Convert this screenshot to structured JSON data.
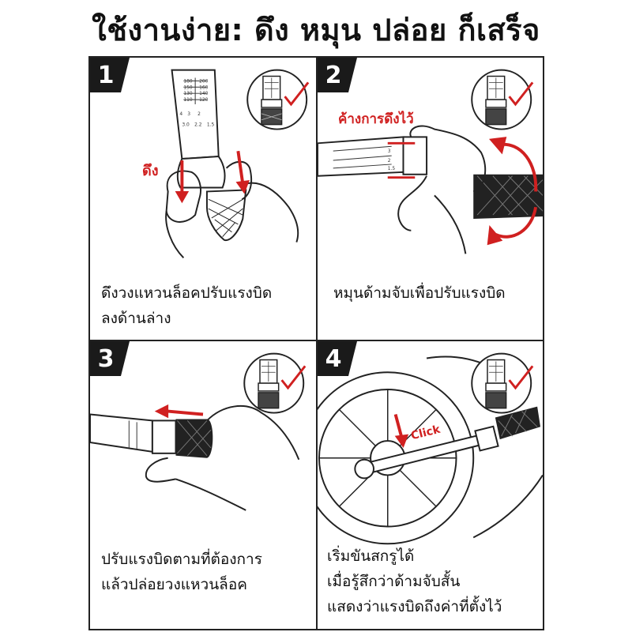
{
  "title": "ใช้งานง่าย: ดึง หมุน ปล่อย ก็เสร็จ",
  "colors": {
    "accent_red": "#d02020",
    "ink": "#111111",
    "badge_bg": "#1a1a1a"
  },
  "steps": [
    {
      "number": "1",
      "annotation": "ดึง",
      "caption": [
        "ดึงวงแหวนล็อคปรับแรงบิด",
        "ลงด้านล่าง"
      ],
      "icons": [
        "wrench-handle-scale-icon",
        "pull-down-arrow-icon",
        "inset-lock-ring-icon",
        "check-mark-icon"
      ]
    },
    {
      "number": "2",
      "annotation": "ค้างการดึงไว้",
      "caption": [
        "หมุนด้ามจับเพื่อปรับแรงบิด"
      ],
      "icons": [
        "wrench-handle-scale-icon",
        "rotate-arrow-icon",
        "inset-lock-ring-icon",
        "check-mark-icon"
      ]
    },
    {
      "number": "3",
      "annotation": "",
      "caption": [
        "ปรับแรงบิดตามที่ต้องการ",
        "แล้วปล่อยวงแหวนล็อค"
      ],
      "icons": [
        "wrench-handle-scale-icon",
        "release-arrow-icon",
        "inset-lock-ring-icon",
        "check-mark-icon"
      ]
    },
    {
      "number": "4",
      "annotation": "Click",
      "caption": [
        "เริ่มขันสกรูได้",
        "เมื่อรู้สึกว่าด้ามจับสั้น",
        "แสดงว่าแรงบิดถึงค่าที่ตั้งไว้"
      ],
      "icons": [
        "car-wheel-icon",
        "torque-wrench-icon",
        "click-arrow-icon",
        "inset-lock-ring-icon",
        "check-mark-icon"
      ]
    }
  ]
}
